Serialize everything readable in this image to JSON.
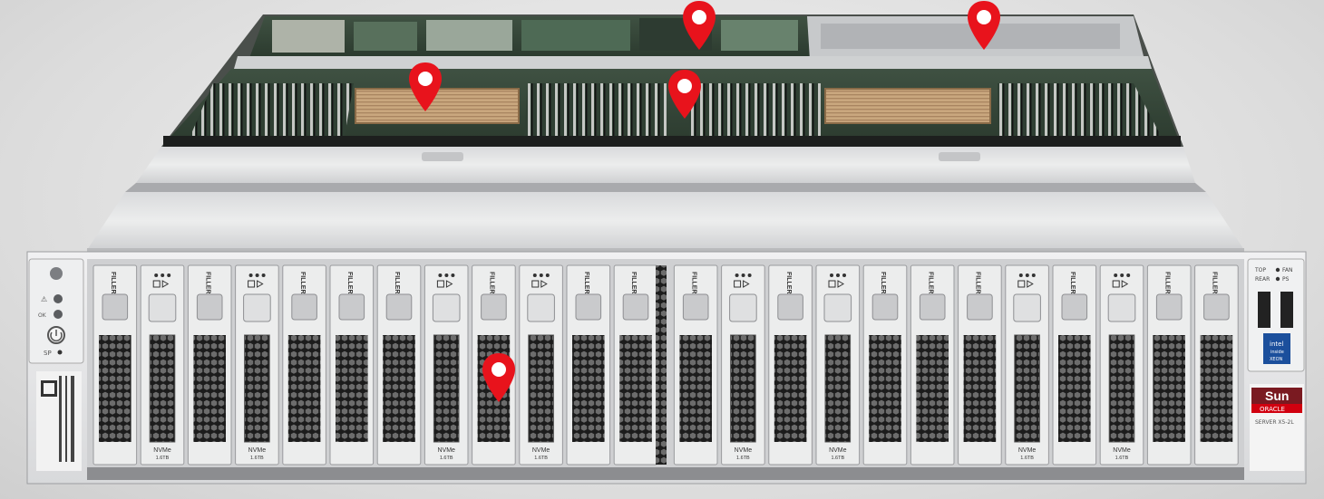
{
  "product": {
    "brand": "Sun",
    "vendor": "ORACLE",
    "model": "SERVER X5-2L",
    "cpu_badge": [
      "intel",
      "inside",
      "XEON"
    ]
  },
  "panel": {
    "sp_label": "SP",
    "ok_label": "OK",
    "status_labels": [
      "TOP",
      "FAN",
      "REAR",
      "PS"
    ]
  },
  "drive_labels": {
    "filler": "FILLER",
    "nvme": "NVMe",
    "capacity": "1.6TB"
  },
  "drive_layout": [
    "filler",
    "nvme",
    "filler",
    "nvme",
    "filler",
    "filler",
    "filler",
    "nvme",
    "filler",
    "nvme",
    "filler",
    "filler",
    "filler",
    "nvme",
    "filler",
    "nvme",
    "filler",
    "filler",
    "filler",
    "nvme",
    "filler",
    "nvme",
    "filler",
    "filler"
  ],
  "hotspots": [
    "pci-riser-hotspot",
    "power-supply-hotspot",
    "cpu-heatsink-hotspot",
    "dimm-memory-hotspot",
    "nvme-drive-hotspot"
  ],
  "colors": {
    "pin": "#e8131c",
    "chassis": "#e3e4e6",
    "board": "#3a4a3c",
    "oracle_red": "#d1000f"
  }
}
